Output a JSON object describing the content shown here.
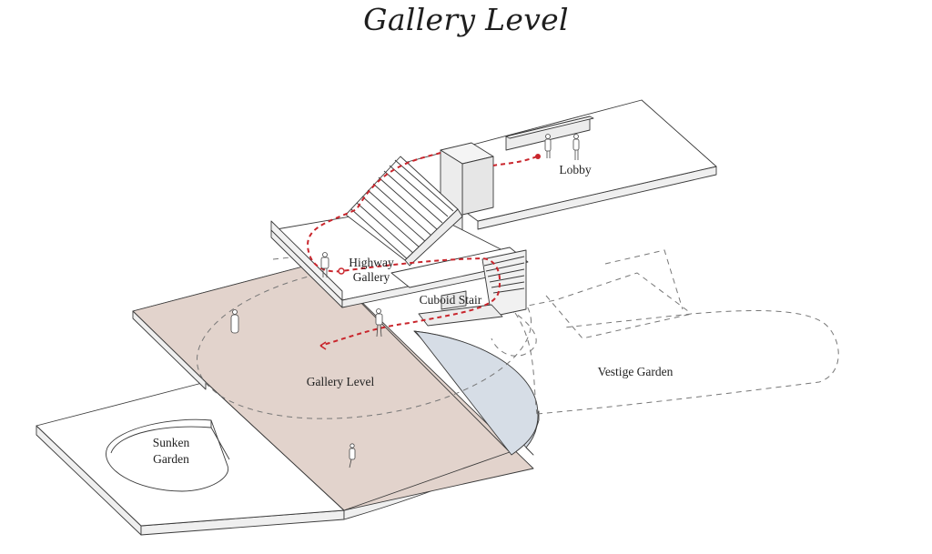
{
  "title": "Gallery Level",
  "labels": {
    "lobby": "Lobby",
    "highway_gallery_1": "Highway",
    "highway_gallery_2": "Gallery",
    "cuboid_stair": "Cuboid Stair",
    "gallery_level": "Gallery Level",
    "vestige_garden": "Vestige Garden",
    "sunken_garden_1": "Sunken",
    "sunken_garden_2": "Garden"
  },
  "colors": {
    "gallery_floor": "#e2d3cc",
    "water_pool": "#d6dde6",
    "route": "#c9252c",
    "slab_side": "#efefef",
    "volume": "#ececec",
    "line": "#3a3a3a",
    "dashed": "#777777"
  }
}
